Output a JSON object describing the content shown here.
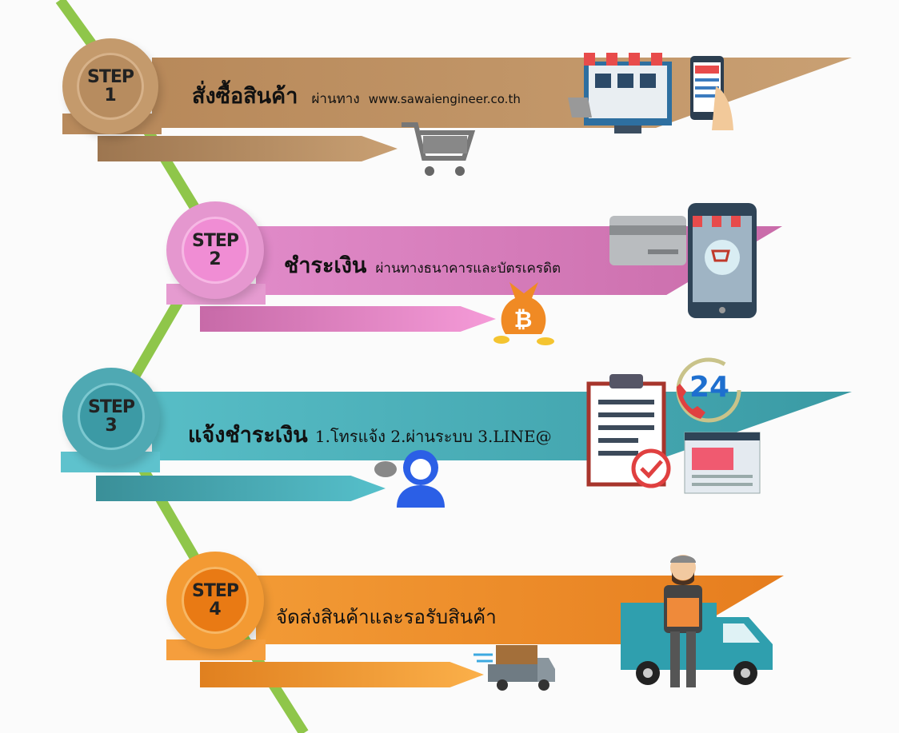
{
  "steps": [
    {
      "label": "STEP",
      "number": "1",
      "title": "สั่งซื้อสินค้า",
      "subtitle": "ผ่านทาง",
      "url": "www.sawaiengineer.co.th",
      "color": "#c49a6c",
      "icons": [
        "shopping-cart-icon",
        "online-shop-icon",
        "mobile-shop-icon"
      ]
    },
    {
      "label": "STEP",
      "number": "2",
      "title": "ชำระเงิน",
      "subtitle": "ผ่านทางธนาคารและบัตรเครดิต",
      "color": "#dd86c4",
      "icons": [
        "money-bag-icon",
        "credit-card-icon",
        "mobile-cart-icon"
      ]
    },
    {
      "label": "STEP",
      "number": "3",
      "title": "แจ้งชำระเงิน",
      "subtitle": "1.โทรแจ้ง 2.ผ่านระบบ 3.LINE@",
      "color": "#4fb2bd",
      "icons": [
        "support-agent-icon",
        "clipboard-check-icon",
        "24h-phone-icon",
        "browser-window-icon"
      ],
      "badge": "24"
    },
    {
      "label": "STEP",
      "number": "4",
      "title": "จัดส่งสินค้าและรอรับสินค้า",
      "color": "#ee8a26",
      "icons": [
        "delivery-truck-icon",
        "delivery-man-truck-icon"
      ]
    }
  ],
  "colors": {
    "line": "#8fc64a"
  }
}
